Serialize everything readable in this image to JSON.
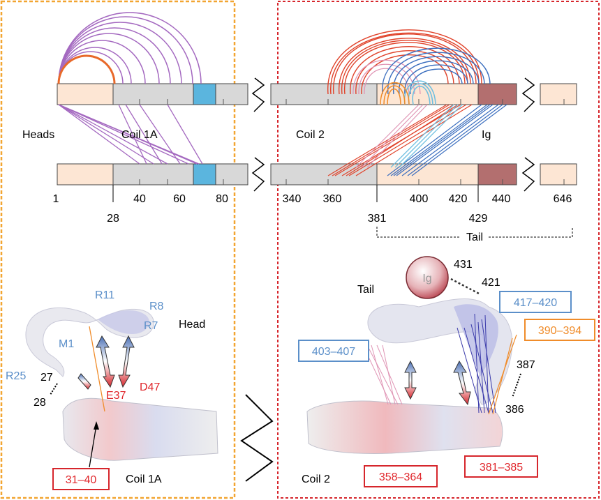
{
  "colors": {
    "orange_frame": "#f2a531",
    "red_frame": "#d6262c",
    "head_fill": "#fde6d4",
    "coil_fill": "#d6d6d6",
    "cyan_segment": "#5bb5de",
    "ig_fill": "#b36f6f",
    "purple_link": "#a469c0",
    "red_link": "#e0432b",
    "blue_link": "#3c6fbf",
    "lightblue_link": "#6fbfe0",
    "pink_link": "#e095b5",
    "orange_link": "#f08c2a"
  },
  "labels": {
    "heads": "Heads",
    "coil1a": "Coil 1A",
    "coil2": "Coil 2",
    "ig": "Ig",
    "tail": "Tail",
    "head": "Head",
    "tail_struct": "Tail",
    "coil1a_bottom": "Coil 1A",
    "coil2_bottom": "Coil 2",
    "ig_ball": "Ig"
  },
  "ticks": {
    "t1": "1",
    "t28": "28",
    "t40": "40",
    "t60": "60",
    "t80": "80",
    "t340": "340",
    "t360": "360",
    "t381": "381",
    "t400": "400",
    "t420": "420",
    "t429": "429",
    "t440": "440",
    "t646": "646"
  },
  "residues": {
    "r11": "R11",
    "r8": "R8",
    "r7": "R7",
    "m1": "M1",
    "r25": "R25",
    "n27": "27",
    "n28": "28",
    "e37": "E37",
    "d47": "D47",
    "n431": "431",
    "n421": "421",
    "n387": "387",
    "n386": "386"
  },
  "boxes": {
    "b31_40": "31–40",
    "b417_420": "417–420",
    "b390_394": "390–394",
    "b403_407": "403–407",
    "b358_364": "358–364",
    "b381_385": "381–385"
  }
}
